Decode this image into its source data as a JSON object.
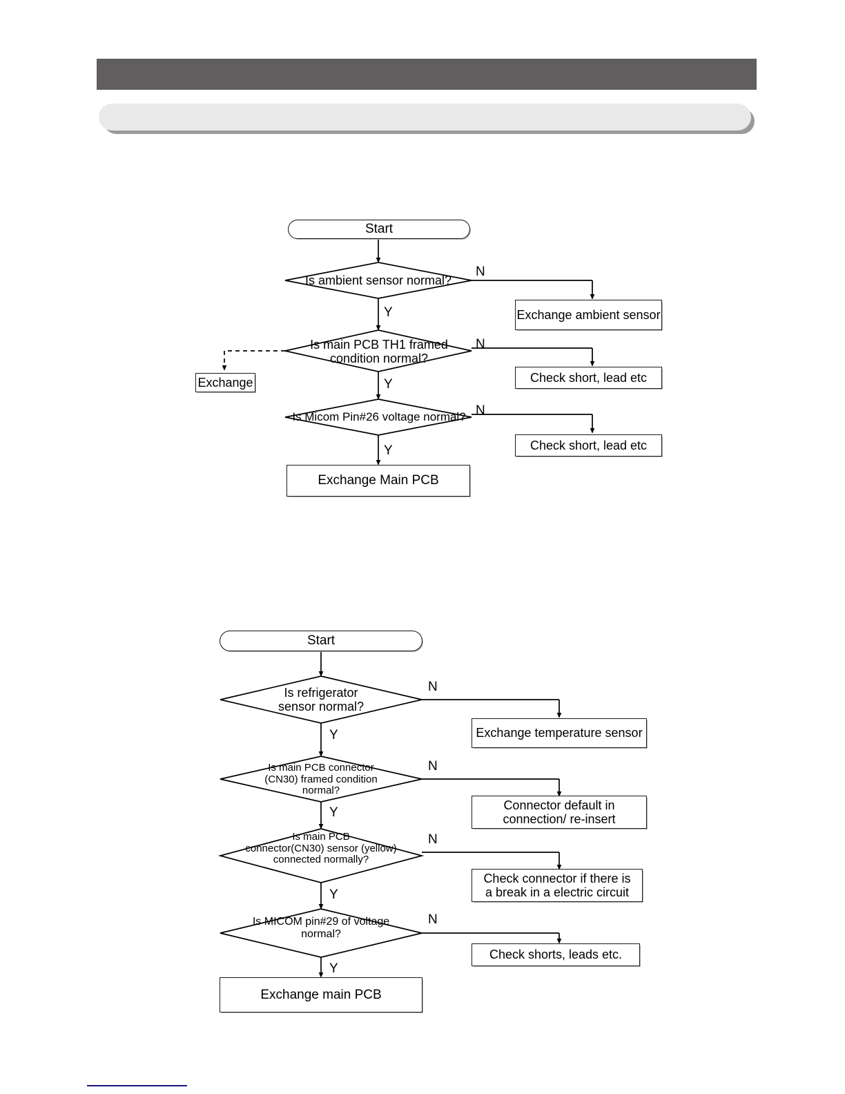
{
  "page": {
    "header_bar_color": "#605e5e",
    "header_pill_color": "#e9e9e9",
    "footer_rule_color": "#141479"
  },
  "flowchart_1": {
    "name": "ambient-sensor-troubleshooting",
    "start_label": "Start",
    "decisions": [
      {
        "id": "d1",
        "text": "Is ambient sensor normal?",
        "yes_label": "Y",
        "no_label": "N"
      },
      {
        "id": "d2",
        "text_line1": "Is main PCB TH1 framed",
        "text_line2": "condition normal?",
        "yes_label": "Y",
        "no_label": "N"
      },
      {
        "id": "d3",
        "text": "Is Micom Pin#26 voltage normal?",
        "yes_label": "Y",
        "no_label": "N"
      }
    ],
    "actions": [
      {
        "id": "a1",
        "text": "Exchange ambient sensor"
      },
      {
        "id": "a2",
        "text": "Check short, lead etc"
      },
      {
        "id": "a3",
        "text": "Check short, lead etc"
      },
      {
        "id": "a4",
        "text": "Exchange Main PCB"
      },
      {
        "id": "a5",
        "text": "Exchange"
      }
    ]
  },
  "flowchart_2": {
    "name": "refrigerator-sensor-troubleshooting",
    "start_label": "Start",
    "decisions": [
      {
        "id": "e1",
        "text_line1": "Is refrigerator",
        "text_line2": "sensor normal?",
        "yes_label": "Y",
        "no_label": "N"
      },
      {
        "id": "e2",
        "text_line1": "Is main PCB connector",
        "text_line2": "(CN30) framed condition",
        "text_line3": "normal?",
        "yes_label": "Y",
        "no_label": "N"
      },
      {
        "id": "e3",
        "text_line1": "Is main PCB",
        "text_line2": "connector(CN30) sensor (yellow)",
        "text_line3": "connected normally?",
        "yes_label": "Y",
        "no_label": "N"
      },
      {
        "id": "e4",
        "text_line1": "Is MICOM pin#29 of voltage",
        "text_line2": "normal?",
        "yes_label": "Y",
        "no_label": "N"
      }
    ],
    "actions": [
      {
        "id": "b1",
        "text": "Exchange temperature sensor"
      },
      {
        "id": "b2",
        "text_line1": "Connector default in",
        "text_line2": "connection/ re-insert"
      },
      {
        "id": "b3",
        "text_line1": "Check connector if there is",
        "text_line2": "a break in a electric circuit"
      },
      {
        "id": "b4",
        "text": "Check shorts, leads etc."
      },
      {
        "id": "b5",
        "text": "Exchange main PCB"
      }
    ]
  }
}
